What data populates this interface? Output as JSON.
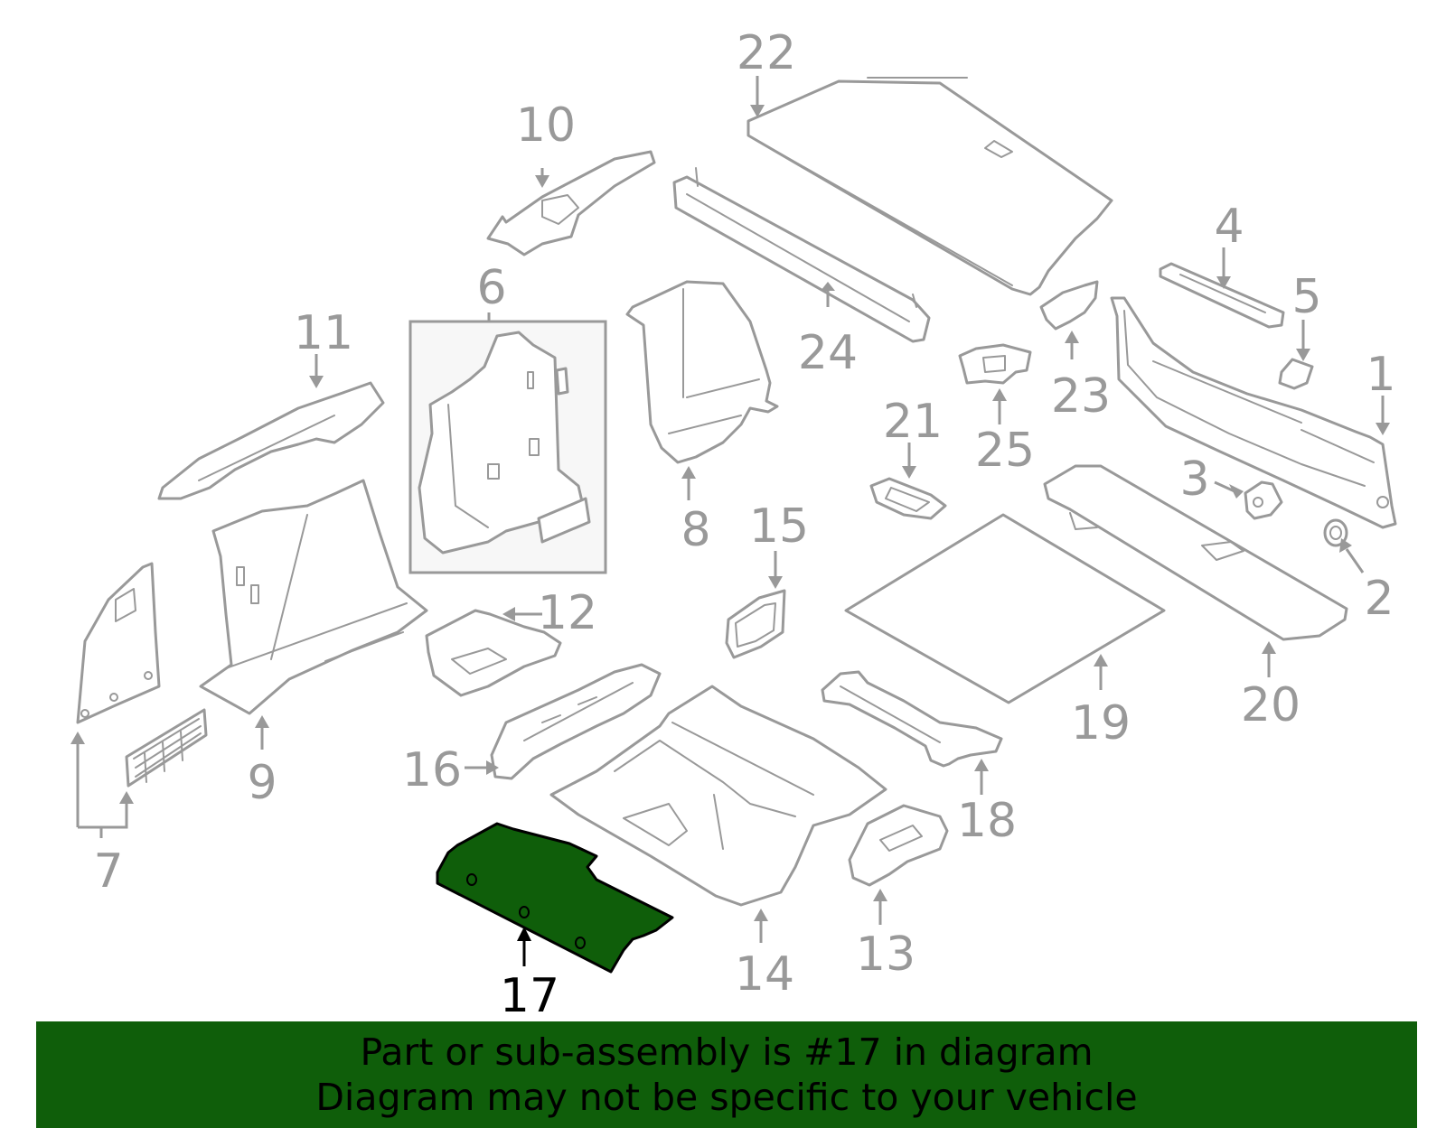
{
  "diagram": {
    "highlight_color": "#0f5e0a",
    "line_color": "#999999",
    "highlighted_callout": "17",
    "callouts": {
      "c1": "1",
      "c2": "2",
      "c3": "3",
      "c4": "4",
      "c5": "5",
      "c6": "6",
      "c7": "7",
      "c8": "8",
      "c9": "9",
      "c10": "10",
      "c11": "11",
      "c12": "12",
      "c13": "13",
      "c14": "14",
      "c15": "15",
      "c16": "16",
      "c17": "17",
      "c18": "18",
      "c19": "19",
      "c20": "20",
      "c21": "21",
      "c22": "22",
      "c23": "23",
      "c24": "24",
      "c25": "25"
    }
  },
  "banner": {
    "line1": "Part or sub-assembly is #17 in diagram",
    "line2": "Diagram may not be specific to your vehicle"
  }
}
